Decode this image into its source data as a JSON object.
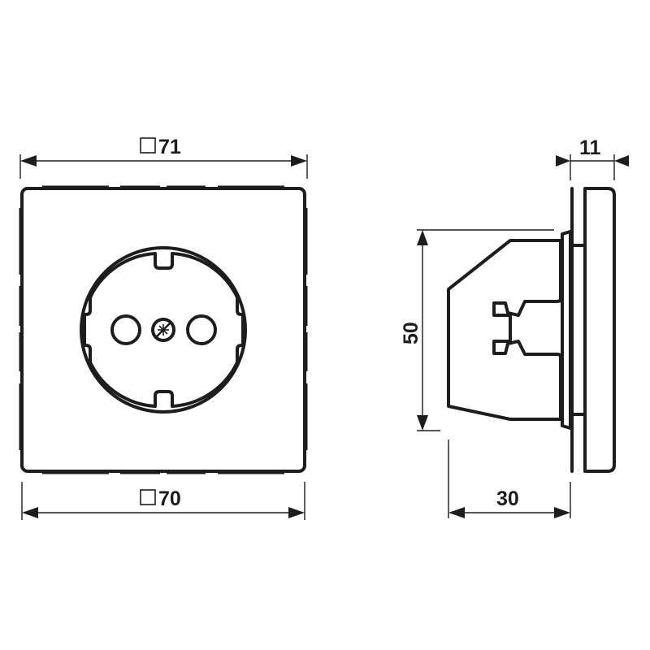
{
  "drawing": {
    "title": "Socket outlet dimension drawing",
    "front_view": {
      "top_dimension": {
        "symbol": "□",
        "value": "71"
      },
      "bottom_dimension": {
        "symbol": "□",
        "value": "70"
      },
      "socket": {
        "type": "Schuko socket face",
        "pin_holes": 2,
        "center_symbol": "screw-icon"
      }
    },
    "side_view": {
      "depth_dimension": {
        "value": "11"
      },
      "height_dimension": {
        "value": "50"
      },
      "insert_depth_dimension": {
        "value": "30"
      }
    },
    "colors": {
      "line": "#1d1d1b",
      "background": "#ffffff"
    }
  }
}
